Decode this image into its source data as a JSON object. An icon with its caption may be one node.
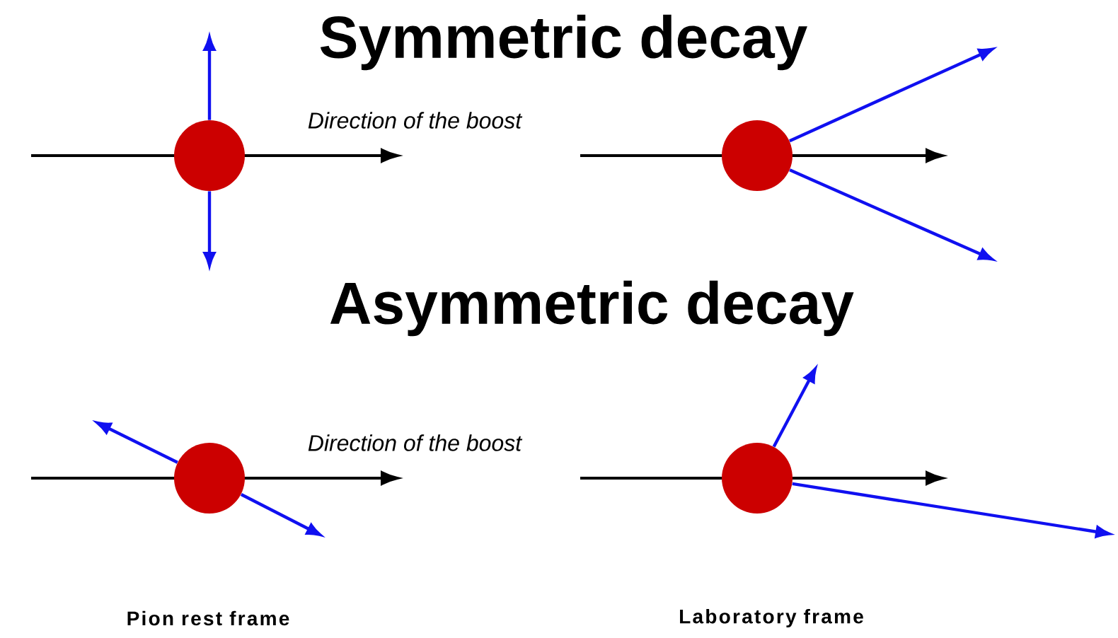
{
  "diagram": {
    "nodes": [
      {
        "text": [],
        "shape": "circle"
      },
      {
        "text": [],
        "shape": "circle"
      },
      {
        "text": [],
        "shape": "circle"
      },
      {
        "text": [],
        "shape": "circle"
      }
    ],
    "edges": [
      {
        "from": 0,
        "to": null,
        "arrow": "to"
      },
      {
        "from": 0,
        "to": null,
        "arrow": "to"
      },
      {
        "from": 1,
        "to": null,
        "arrow": "to"
      },
      {
        "from": 1,
        "to": null,
        "arrow": "to"
      },
      {
        "from": 2,
        "to": null,
        "arrow": "to"
      },
      {
        "from": 2,
        "to": null,
        "arrow": "to"
      },
      {
        "from": 3,
        "to": null,
        "arrow": "to"
      },
      {
        "from": 3,
        "to": null,
        "arrow": "to"
      }
    ],
    "labels": [
      "Symmetric decay",
      "Direction of the boost",
      "Asymmetric decay",
      "Direction of the boost",
      "Pion rest frame",
      "Laboratory frame"
    ]
  }
}
